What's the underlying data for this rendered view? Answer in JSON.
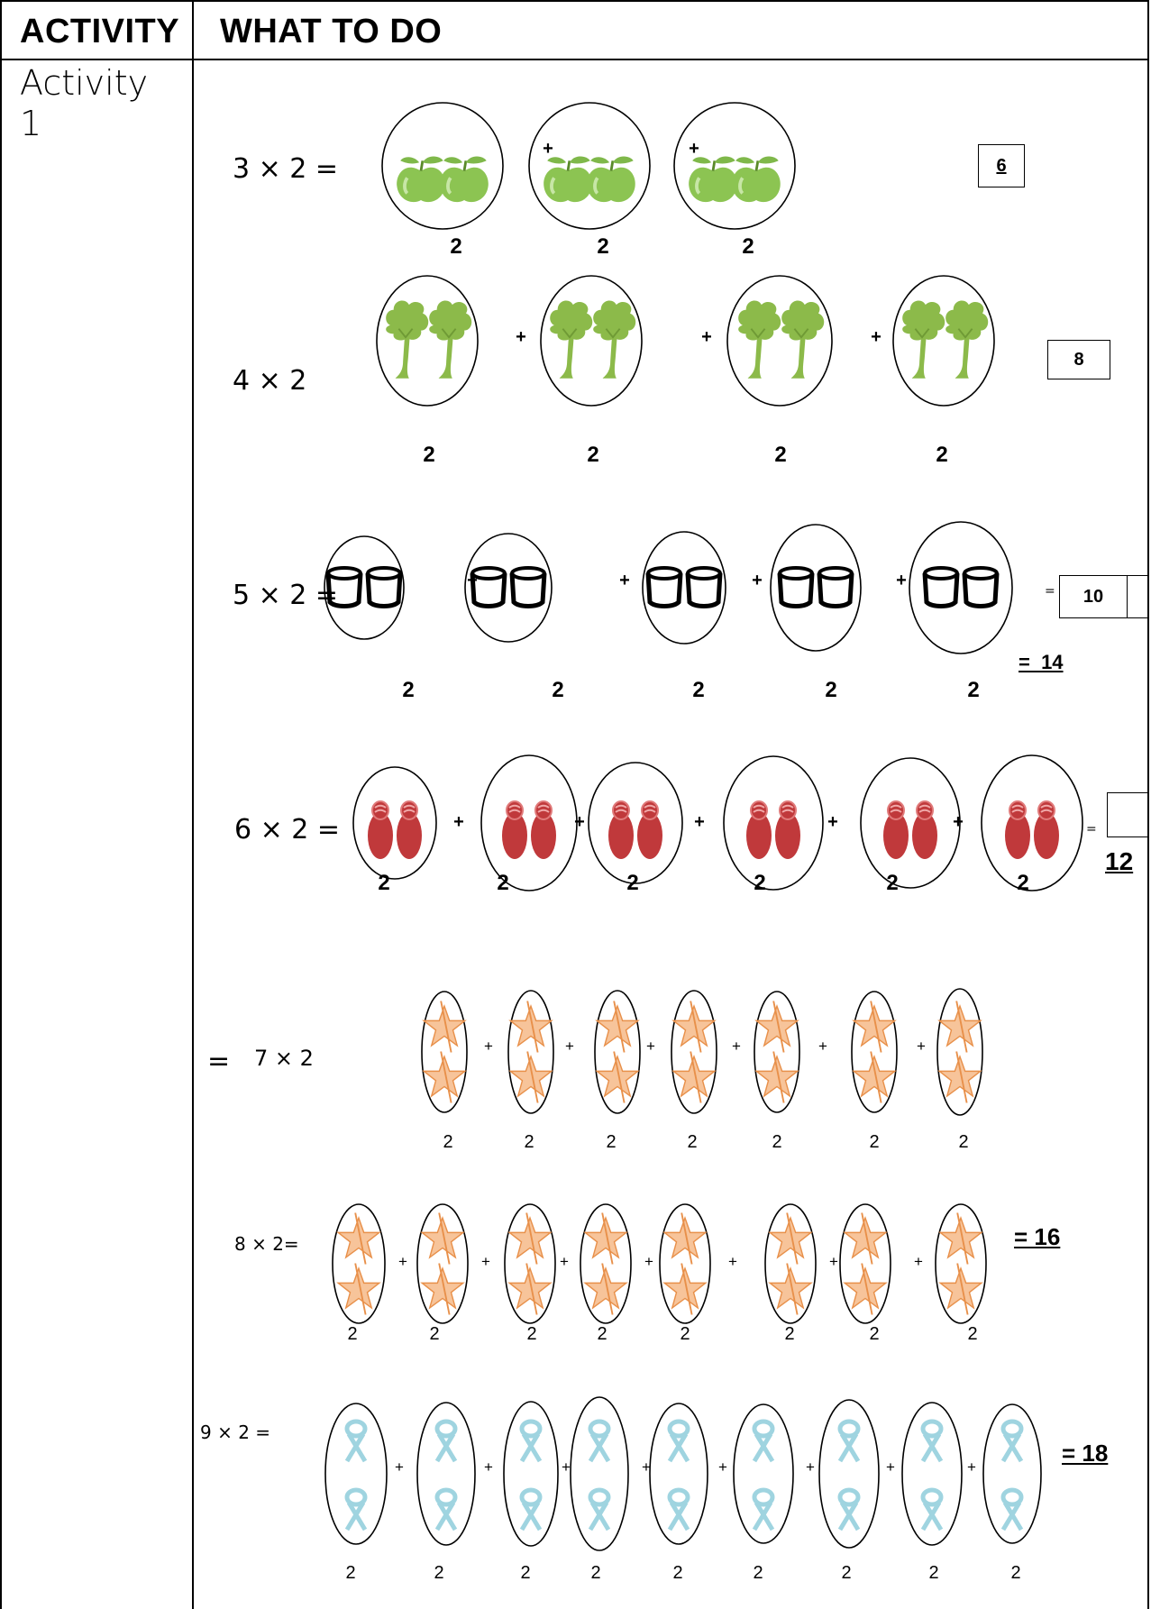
{
  "header": {
    "col1": "ACTIVITY",
    "col2": "WHAT TO DO"
  },
  "activity_label": "Activity 1",
  "rows": [
    {
      "equation": "3   ×   2 =",
      "count_labels": [
        "2",
        "2",
        "2"
      ],
      "answer": "6"
    },
    {
      "equation": "4 × 2",
      "count_labels": [
        "2",
        "2",
        "2",
        "2"
      ],
      "answer": "8"
    },
    {
      "equation": "5   × 2 =",
      "count_labels": [
        "2",
        "2",
        "2",
        "2",
        "2"
      ],
      "answer_eq": "=",
      "answer": "10",
      "extra": "=  14"
    },
    {
      "equation": "6  × 2 =",
      "count_labels": [
        "2",
        "2",
        "2",
        "2",
        "2",
        "2"
      ],
      "answer_eq": "=",
      "answer": "12"
    },
    {
      "equation_prefix": "=",
      "equation": "7  × 2",
      "count_labels": [
        "2",
        "2",
        "2",
        "2",
        "2",
        "2",
        "2"
      ]
    },
    {
      "equation": "8   ×   2=",
      "count_labels": [
        "2",
        "2",
        "2",
        "2",
        "2",
        "2",
        "2",
        "2"
      ],
      "answer": "= 16"
    },
    {
      "equation": "9    × 2 =",
      "count_labels": [
        "2",
        "2",
        "2",
        "2",
        "2",
        "2",
        "2",
        "2",
        "2"
      ],
      "answer": "= 18"
    }
  ],
  "plus_sign": "+",
  "icons": {
    "row1": "apple-icon",
    "row2": "tree-icon",
    "row3": "cylinder-icon",
    "row4": "bottle-icon",
    "row5": "star-icon",
    "row6": "star-icon",
    "row7": "ribbon-icon"
  },
  "colors": {
    "apple": "#8cc452",
    "tree": "#8cba4a",
    "bottle": "#c0393b",
    "star": "#f4b27c",
    "ribbon": "#9fd4e0"
  }
}
